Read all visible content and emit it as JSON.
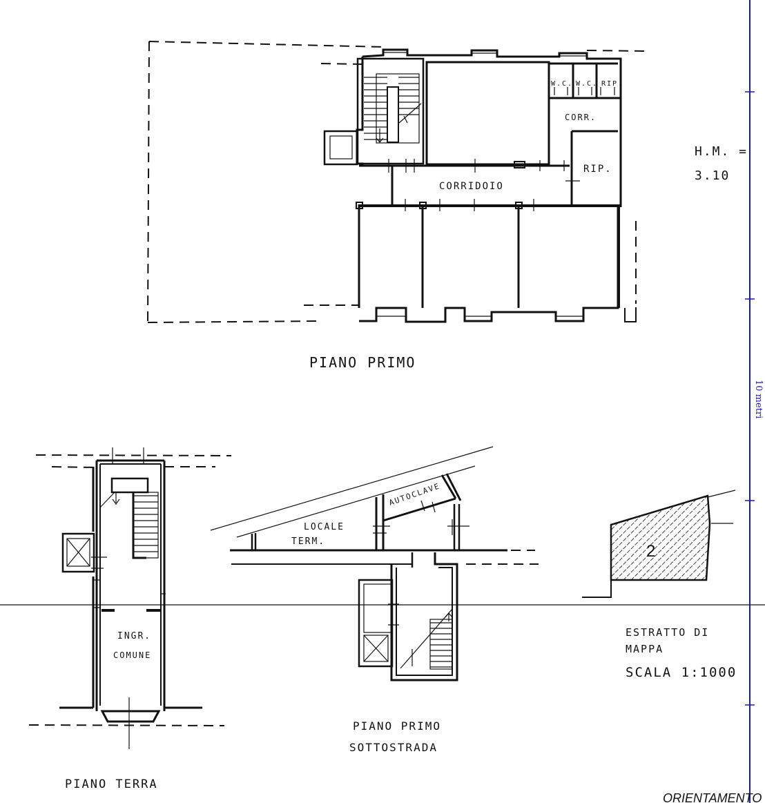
{
  "colors": {
    "ink": "#111111",
    "scale_bar": "#1a1aa8",
    "paper": "#ffffff"
  },
  "piano_primo": {
    "title": "PIANO   PRIMO",
    "rooms": {
      "corridoio": "CORRIDOIO",
      "wc1": "W.C.",
      "wc2": "W.C.",
      "rip_top": "RIP.",
      "corr": "CORR.",
      "rip_right": "RIP."
    },
    "height_label": "H.M. =",
    "height_value": "3.10"
  },
  "piano_terra": {
    "title": "PIANO  TERRA",
    "room_line1": "INGR.",
    "room_line2": "COMUNE"
  },
  "piano_sottostrada": {
    "title_line1": "PIANO  PRIMO",
    "title_line2": "SOTTOSTRADA",
    "autoclave": "AUTOCLAVE",
    "locale_line1": "LOCALE",
    "locale_line2": "TERM."
  },
  "estratto": {
    "parcel_number": "2",
    "line1": "ESTRATTO DI",
    "line2": "MAPPA",
    "line3": "SCALA  1:1000"
  },
  "scale_bar": {
    "label": "10 metri"
  },
  "orientamento": "ORIENTAMENTO"
}
